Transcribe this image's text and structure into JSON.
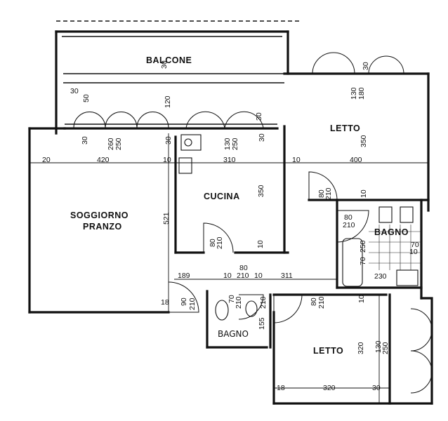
{
  "rooms": {
    "balcone": "BALCONE",
    "letto_top": "LETTO",
    "cucina": "CUCINA",
    "soggiorno_1": "SOGGIORNO",
    "soggiorno_2": "PRANZO",
    "bagno_main": "BAGNO",
    "bagno_small": "BAGNO",
    "letto_bottom": "LETTO"
  },
  "dims": {
    "d30_balc": "30",
    "d30_l": "30",
    "d50_l": "50",
    "d120": "120",
    "d30_r": "30",
    "d130_top": "130",
    "d180_top": "180",
    "d30_top_r": "30",
    "d30_lw": "30",
    "d260": "260",
    "d250_l": "250",
    "d30_c": "30",
    "d130_m": "130",
    "d250_m": "250",
    "d30_m2": "30",
    "d20": "20",
    "d420": "420",
    "d10_a": "10",
    "d310": "310",
    "d10_b": "10",
    "d400": "400",
    "d350_k": "350",
    "d350_l": "350",
    "d521": "521",
    "d80_a": "80",
    "d210_a": "210",
    "d10_c": "10",
    "d80_b": "80",
    "d210_b": "210",
    "d10_d": "10",
    "d80_c": "80",
    "d210_c": "210",
    "d250_bath": "250",
    "d70_bath": "70",
    "d70_ro": "70",
    "d10_ro": "10",
    "d230": "230",
    "d189": "189",
    "d10_e": "10",
    "d80_e": "80",
    "d210_e": "210",
    "d10_f": "10",
    "d311": "311",
    "d18_a": "18",
    "d90": "90",
    "d210_f": "210",
    "d70_g": "70",
    "d210_g": "210",
    "d155": "155",
    "d210_h": "210",
    "d80_h": "80",
    "d210_i": "210",
    "d10_g": "10",
    "d320_v": "320",
    "d130_br": "130",
    "d250_br": "250",
    "d18_b": "18",
    "d320_h": "320",
    "d30_br": "30"
  }
}
